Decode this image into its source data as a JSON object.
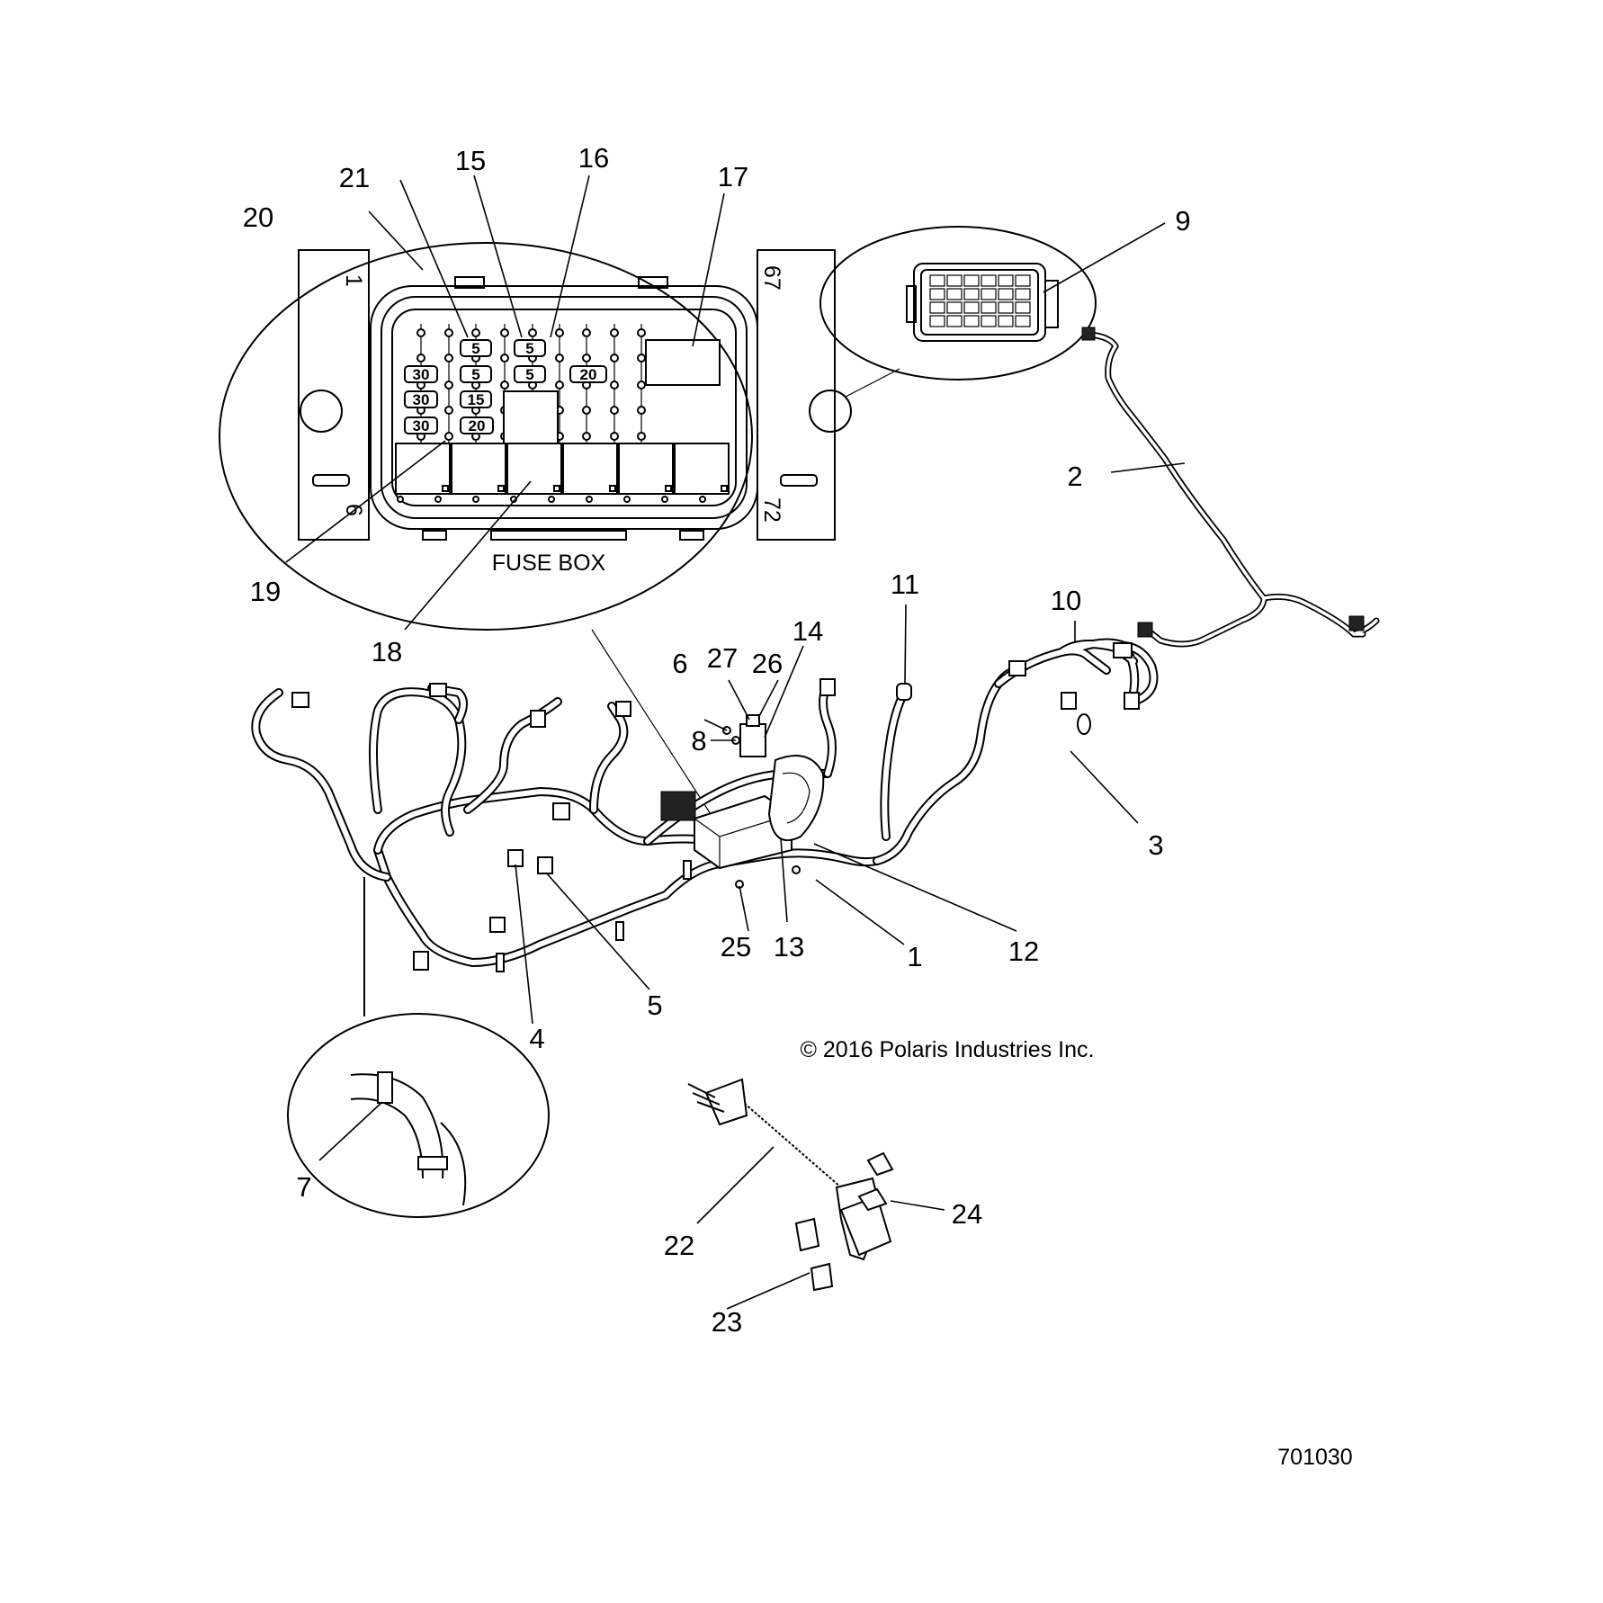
{
  "callouts": {
    "c1": "1",
    "c2": "2",
    "c3": "3",
    "c4": "4",
    "c5": "5",
    "c6": "6",
    "c7": "7",
    "c8": "8",
    "c9": "9",
    "c10": "10",
    "c11": "11",
    "c12": "12",
    "c13": "13",
    "c14": "14",
    "c15": "15",
    "c16": "16",
    "c17": "17",
    "c18": "18",
    "c19": "19",
    "c20": "20",
    "c21": "21",
    "c22": "22",
    "c23": "23",
    "c24": "24",
    "c25": "25",
    "c26": "26",
    "c27": "27"
  },
  "fuse_box": {
    "caption": "FUSE BOX",
    "pin_labels": {
      "top_left": "1",
      "bottom_left": "6",
      "top_right": "67",
      "bottom_right": "72"
    },
    "fuse_ratings": {
      "f30a": "30",
      "f30b": "30",
      "f30c": "30",
      "f5a": "5",
      "f5b": "5",
      "f15": "15",
      "f20a": "20",
      "f5c": "5",
      "f5d": "5",
      "f20b": "20"
    }
  },
  "copyright": "© 2016 Polaris Industries Inc.",
  "figure_number": "701030",
  "colors": {
    "line": "#000000",
    "background": "#ffffff"
  }
}
